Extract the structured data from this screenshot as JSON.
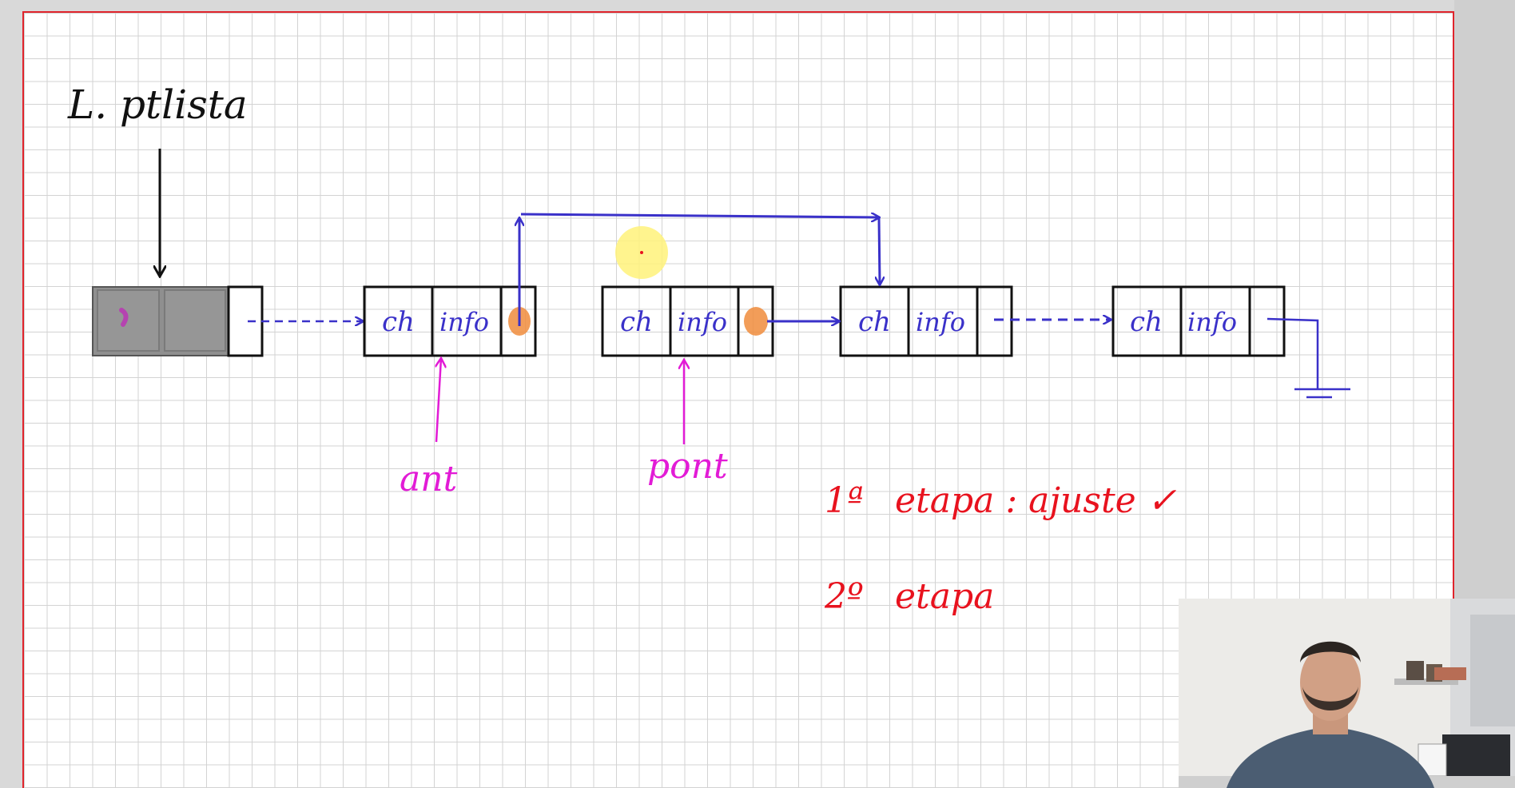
{
  "header_node": {
    "label": "L. ptlista"
  },
  "nodes": [
    {
      "field_ch": "ch",
      "field_info": "info"
    },
    {
      "field_ch": "ch",
      "field_info": "info"
    },
    {
      "field_ch": "ch",
      "field_info": "info"
    },
    {
      "field_ch": "ch",
      "field_info": "info"
    }
  ],
  "pointers": {
    "ant": "ant",
    "pont": "pont"
  },
  "notes": {
    "step1_number": "1ª",
    "step1_text": "etapa : ajuste ✓",
    "step2_number": "2º",
    "step2_text": "etapa"
  },
  "colors": {
    "board_border": "#e0242c",
    "grid": "#d3d3d3",
    "structure_blue": "#3a31c9",
    "pointer_magenta": "#e21bd6",
    "note_red": "#e8121e",
    "highlight_orange": "#f08c3c",
    "cursor_yellow": "#fff27a"
  }
}
